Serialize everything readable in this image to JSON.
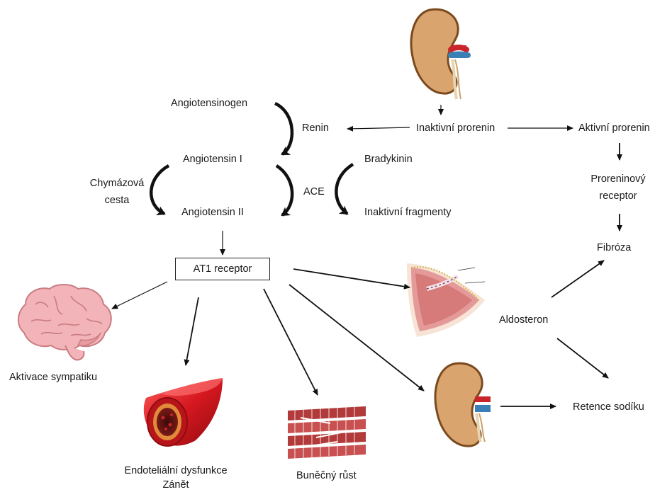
{
  "labels": {
    "angiotensinogen": "Angiotensinogen",
    "renin": "Renin",
    "inactive_prorenin": "Inaktivní prorenin",
    "active_prorenin": "Aktivní prorenin",
    "angiotensin1": "Angiotensin I",
    "bradykinin": "Bradykinin",
    "chymase_line1": "Chymázová",
    "chymase_line2": "cesta",
    "ace": "ACE",
    "prorenin_receptor_line1": "Proreninový",
    "prorenin_receptor_line2": "receptor",
    "angiotensin2": "Angiotensin II",
    "inactive_fragments": "Inaktivní fragmenty",
    "fibrosis": "Fibróza",
    "at1_receptor": "AT1 receptor",
    "aldosterone": "Aldosteron",
    "sympathetic": "Aktivace sympatiku",
    "sodium_retention": "Retence sodíku",
    "endothelial_line1": "Endoteliální dysfunkce",
    "endothelial_line2": "Zánět",
    "cell_growth": "Buněčný růst"
  },
  "colors": {
    "kidney": "#d9a46e",
    "kidney_outline": "#7a4a1e",
    "kidney_hilum": "#f1d9b8",
    "artery_red": "#c8242a",
    "vein_blue": "#3a7fb5",
    "brain_pink": "#f2b4b8",
    "brain_outline": "#c97c82",
    "vessel_red": "#d5171f",
    "muscle_red": "#b23a3a",
    "adrenal_pink": "#e59a9a"
  }
}
